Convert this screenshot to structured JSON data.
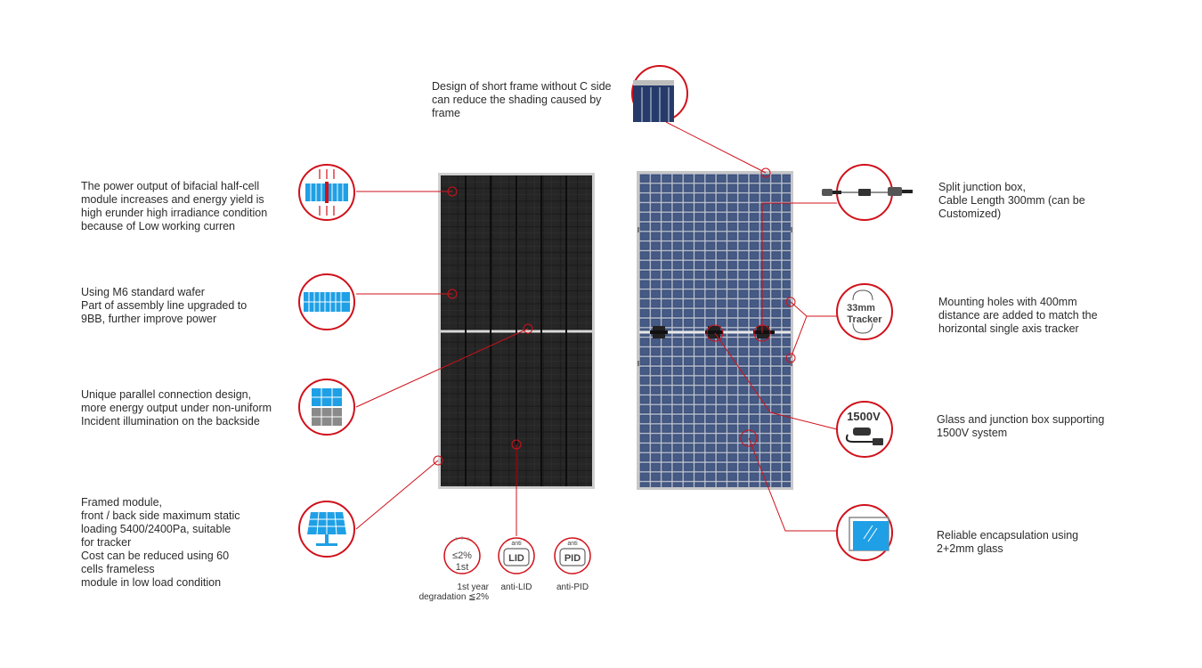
{
  "callouts": {
    "short_frame": "Design of short frame without C side\ncan reduce the shading caused by\nframe",
    "bifacial": "The power output of bifacial half-cell\nmodule increases and energy yield is\nhigh erunder high irradiance condition\nbecause of Low working curren",
    "m6_wafer": "Using M6 standard wafer\nPart of assembly line upgraded to\n9BB, further improve power",
    "parallel": "Unique parallel connection design,\nmore energy output under non-uniform\nIncident illumination on the backside",
    "framed": "Framed module,\nfront / back side maximum static\nloading 5400/2400Pa, suitable\nfor tracker\nCost can be reduced using 60\ncells frameless\nmodule in low load condition",
    "junction_box": "Split junction box,\nCable Length 300mm (can be\nCustomized)",
    "mounting_holes": "Mounting holes with 400mm\ndistance are added to match the\nhorizontal single axis tracker",
    "glass_1500v": "Glass and junction box supporting\n1500V system",
    "encapsulation": "Reliable encapsulation using\n2+2mm glass"
  },
  "icons": {
    "tracker_label_1": "33mm",
    "tracker_label_2": "Tracker",
    "voltage_label": "1500V"
  },
  "badges": {
    "degradation": {
      "top": "≤2%",
      "bottom": "1st",
      "caption": "1st year\ndegradation ≦2%"
    },
    "lid": {
      "top": "anti",
      "main": "LID",
      "caption": "anti-LID"
    },
    "pid": {
      "top": "anti",
      "main": "PID",
      "caption": "anti-PID"
    }
  },
  "colors": {
    "accent_red": "#d0111b",
    "front_panel": "#1d1d1d",
    "back_panel": "#3c4e75",
    "frame": "#c8c8c8"
  }
}
